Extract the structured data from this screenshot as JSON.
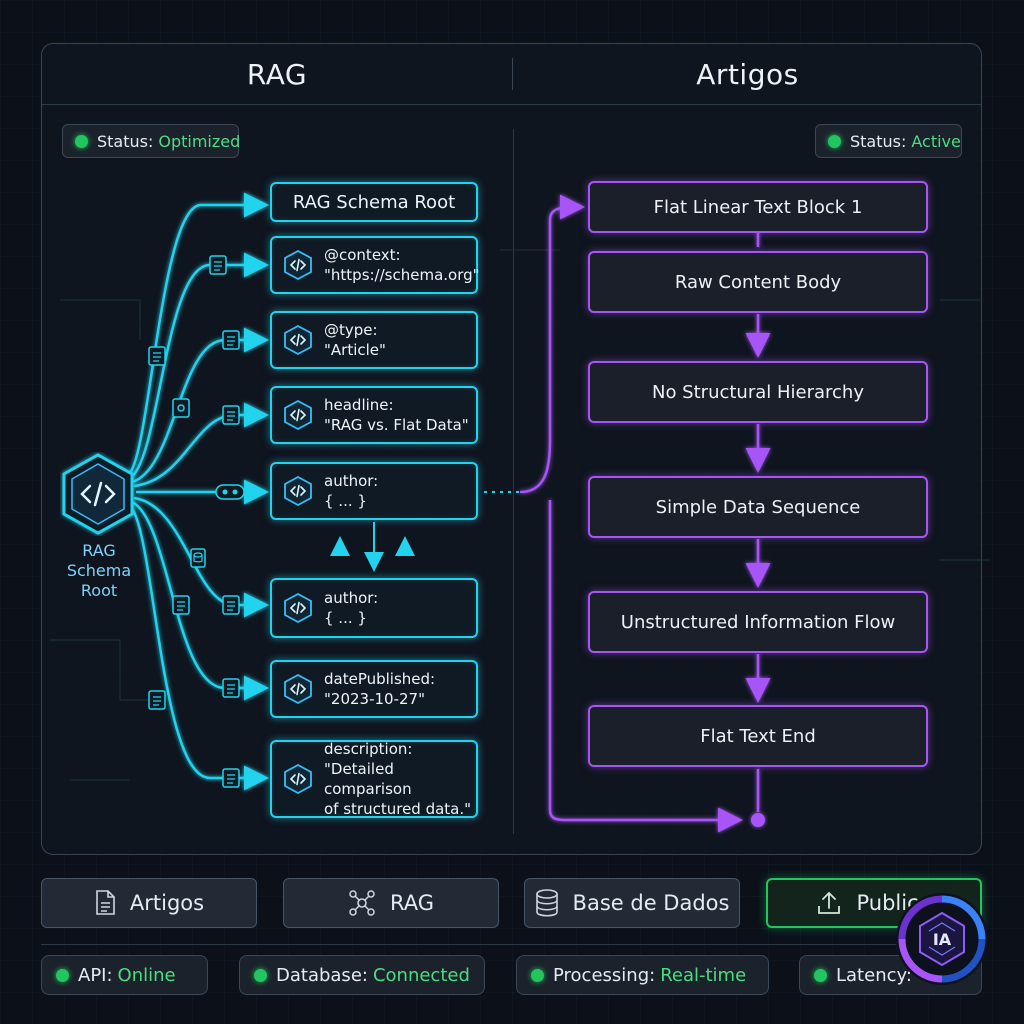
{
  "header": {
    "left_title": "RAG",
    "right_title": "Artigos"
  },
  "status_left": {
    "label": "Status:",
    "value": "Optimized"
  },
  "status_right": {
    "label": "Status:",
    "value": "Active"
  },
  "rag_tree": {
    "root_node": "RAG Schema Root",
    "root_label_lines": [
      "RAG",
      "Schema",
      "Root"
    ],
    "nodes": [
      {
        "line1": "@context:",
        "line2": "\"https://schema.org\""
      },
      {
        "line1": "@type:",
        "line2": "\"Article\""
      },
      {
        "line1": "headline:",
        "line2": "\"RAG vs. Flat Data\""
      },
      {
        "line1": "author:",
        "line2": "{ ... }"
      },
      {
        "line1": "author:",
        "line2": "{ ... }"
      },
      {
        "line1": "datePublished:",
        "line2": "\"2023-10-27\""
      },
      {
        "line1": "description:",
        "line2": "\"Detailed comparison",
        "line3": "of structured data.\""
      }
    ]
  },
  "flat_flow": {
    "blocks": [
      "Flat Linear Text Block 1",
      "Raw Content Body",
      "No Structural Hierarchy",
      "Simple Data Sequence",
      "Unstructured Information Flow",
      "Flat Text End"
    ]
  },
  "buttons": [
    {
      "label": "Artigos",
      "icon": "document-icon"
    },
    {
      "label": "RAG",
      "icon": "network-icon"
    },
    {
      "label": "Base de Dados",
      "icon": "database-icon"
    },
    {
      "label": "Publica",
      "icon": "upload-icon"
    }
  ],
  "footer": [
    {
      "label": "API:",
      "value": "Online"
    },
    {
      "label": "Database:",
      "value": "Connected"
    },
    {
      "label": "Processing:",
      "value": "Real-time"
    },
    {
      "label": "Latency:",
      "value": ""
    }
  ],
  "badge": {
    "text": "IA"
  },
  "colors": {
    "cyan": "#22d3ee",
    "purple": "#a855f7",
    "green": "#22c55e"
  }
}
